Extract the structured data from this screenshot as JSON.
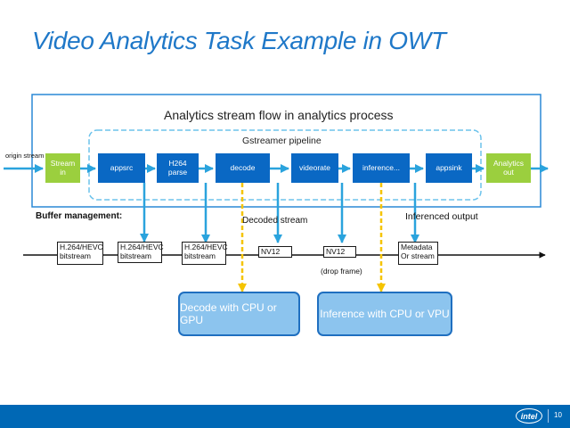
{
  "title": "Video Analytics Task Example in OWT",
  "outer_box_label": "Analytics stream flow in analytics process",
  "pipeline_label": "Gstreamer pipeline",
  "origin_label": "origin stream",
  "blocks": {
    "stream_in": "Stream in",
    "appsrc": "appsrc",
    "h264_parse": "H264 parse",
    "decode": "decode",
    "videorate": "videorate",
    "inference": "inference...",
    "appsink": "appsink",
    "analytics_out": "Analytics out"
  },
  "buffer_label": "Buffer management:",
  "decoded_stream_label": "Decoded stream",
  "inferenced_output_label": "Inferenced output",
  "buffers": {
    "b1": "H.264/HEVC bitstream",
    "b2": "H.264/HEVC bitstream",
    "b3": "H.264/HEVC bitstream",
    "b4": "NV12",
    "b5": "NV12",
    "b6": "Metadata Or stream"
  },
  "drop_frame_label": "(drop frame)",
  "decode_box": "Decode with CPU or GPU",
  "inference_box": "Inference with CPU or VPU",
  "footer": {
    "logo_text": "intel",
    "page_number": "10"
  },
  "colors": {
    "block_blue": "#0a68c4",
    "block_green": "#9bcf3e",
    "arrow_blue": "#2aa3dd",
    "arrow_yellow": "#f5c400",
    "title_blue": "#1f78c8",
    "footer_blue": "#0068b5"
  }
}
